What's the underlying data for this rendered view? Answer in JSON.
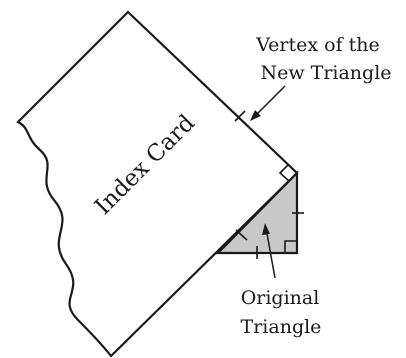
{
  "labels": {
    "index_card": "Index Card",
    "vertex_line1": "Vertex of the",
    "vertex_line2": "New Triangle",
    "original_line1": "Original",
    "original_line2": "Triangle"
  },
  "colors": {
    "stroke": "#1a1a1a",
    "triangle_fill": "#c8c8c8",
    "background": "#ffffff"
  }
}
